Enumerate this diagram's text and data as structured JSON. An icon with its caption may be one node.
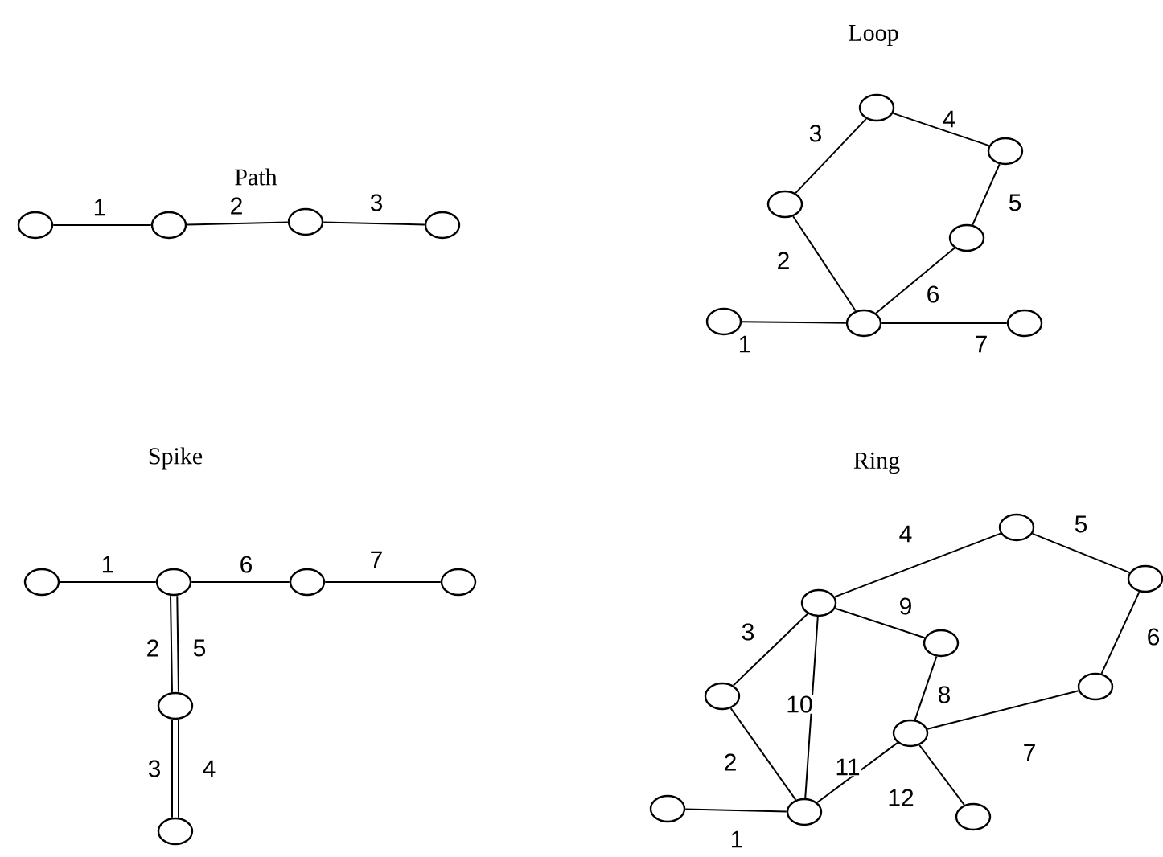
{
  "diagram": {
    "nodes": [
      {
        "text": [],
        "shape": "circle"
      },
      {
        "text": [],
        "shape": "circle"
      },
      {
        "text": [],
        "shape": "circle"
      },
      {
        "text": [],
        "shape": "circle"
      },
      {
        "text": [],
        "shape": "circle"
      },
      {
        "text": [],
        "shape": "circle"
      },
      {
        "text": [],
        "shape": "circle"
      },
      {
        "text": [],
        "shape": "circle"
      },
      {
        "text": [],
        "shape": "circle"
      },
      {
        "text": [],
        "shape": "circle"
      },
      {
        "text": [],
        "shape": "circle"
      },
      {
        "text": [],
        "shape": "circle"
      },
      {
        "text": [],
        "shape": "circle"
      },
      {
        "text": [],
        "shape": "circle"
      },
      {
        "text": [],
        "shape": "circle"
      },
      {
        "text": [],
        "shape": "circle"
      },
      {
        "text": [],
        "shape": "circle"
      },
      {
        "text": [],
        "shape": "circle"
      },
      {
        "text": [],
        "shape": "circle"
      },
      {
        "text": [],
        "shape": "circle"
      },
      {
        "text": [],
        "shape": "circle"
      },
      {
        "text": [],
        "shape": "circle"
      },
      {
        "text": [],
        "shape": "circle"
      },
      {
        "text": [],
        "shape": "circle"
      },
      {
        "text": [],
        "shape": "circle"
      },
      {
        "text": [],
        "shape": "circle"
      },
      {
        "text": [],
        "shape": "circle"
      }
    ],
    "edges": [
      {
        "from": 0,
        "to": 1,
        "arrow": "none",
        "label": "1"
      },
      {
        "from": 1,
        "to": 2,
        "arrow": "none",
        "label": "2"
      },
      {
        "from": 2,
        "to": 3,
        "arrow": "none",
        "label": "3"
      },
      {
        "from": 4,
        "to": 5,
        "arrow": "none",
        "label": "1"
      },
      {
        "from": 5,
        "to": 7,
        "arrow": "none",
        "label": "2"
      },
      {
        "from": 7,
        "to": 8,
        "arrow": "none",
        "label": "3"
      },
      {
        "from": 8,
        "to": 9,
        "arrow": "none",
        "label": "4"
      },
      {
        "from": 9,
        "to": 10,
        "arrow": "none",
        "label": "5"
      },
      {
        "from": 10,
        "to": 5,
        "arrow": "none",
        "label": "6"
      },
      {
        "from": 5,
        "to": 6,
        "arrow": "none",
        "label": "7"
      },
      {
        "from": 11,
        "to": 12,
        "arrow": "none",
        "label": "1"
      },
      {
        "from": 12,
        "to": 15,
        "arrow": "none",
        "label": "2"
      },
      {
        "from": 15,
        "to": 16,
        "arrow": "none",
        "label": "3"
      },
      {
        "from": 16,
        "to": 15,
        "arrow": "none",
        "label": "4"
      },
      {
        "from": 15,
        "to": 12,
        "arrow": "none",
        "label": "5"
      },
      {
        "from": 12,
        "to": 13,
        "arrow": "none",
        "label": "6"
      },
      {
        "from": 13,
        "to": 14,
        "arrow": "none",
        "label": "7"
      },
      {
        "from": 17,
        "to": 18,
        "arrow": "none",
        "label": "1"
      },
      {
        "from": 18,
        "to": 19,
        "arrow": "none",
        "label": "2"
      },
      {
        "from": 19,
        "to": 20,
        "arrow": "none",
        "label": "3"
      },
      {
        "from": 20,
        "to": 21,
        "arrow": "none",
        "label": "4"
      },
      {
        "from": 21,
        "to": 22,
        "arrow": "none",
        "label": "5"
      },
      {
        "from": 22,
        "to": 23,
        "arrow": "none",
        "label": "6"
      },
      {
        "from": 23,
        "to": 24,
        "arrow": "none",
        "label": "7"
      },
      {
        "from": 24,
        "to": 25,
        "arrow": "none",
        "label": "8"
      },
      {
        "from": 25,
        "to": 20,
        "arrow": "none",
        "label": "9"
      },
      {
        "from": 20,
        "to": 18,
        "arrow": "none",
        "label": "10"
      },
      {
        "from": 18,
        "to": 24,
        "arrow": "none",
        "label": "11"
      },
      {
        "from": 24,
        "to": 26,
        "arrow": "none",
        "label": "12"
      }
    ],
    "labels": [
      "Path",
      "Loop",
      "Spike",
      "Ring"
    ]
  }
}
